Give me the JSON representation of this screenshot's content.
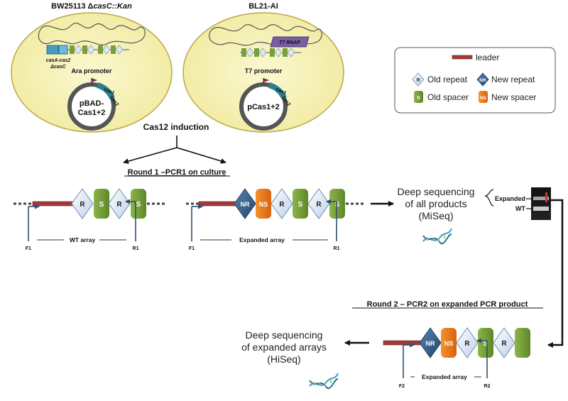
{
  "strains": {
    "left": {
      "name_prefix": "BW25113 Δ",
      "name_italic": "casC::Kan",
      "genes_line1": "casA-cas2",
      "genes_line2": "ΔcasC",
      "promoter": "Ara promoter",
      "plasmid_line1": "pBAD-",
      "plasmid_line2": "Cas1+2",
      "cas1": "cas1",
      "cas2": "cas2"
    },
    "right": {
      "name": "BL21-AI",
      "t7_box": "T7 RNAP",
      "promoter": "T7 promoter",
      "plasmid": "pCas1+2",
      "cas1": "cas1",
      "cas2": "cas2"
    }
  },
  "induction": "Cas12 induction",
  "round1": {
    "underlined": "Round 1",
    "rest": " –PCR1 on culture"
  },
  "round2": {
    "underlined": "Round 2",
    "rest": " – PCR2 on expanded PCR product"
  },
  "legend": {
    "leader": "leader",
    "old_repeat": "Old repeat",
    "new_repeat": "New repeat",
    "old_spacer": "Old spacer",
    "new_spacer": "New spacer",
    "r": "R",
    "nr": "NR",
    "s": "S",
    "ns": "NS"
  },
  "arrays": {
    "wt_label": "WT array",
    "expanded_label": "Expanded array",
    "f1": "F1",
    "r1": "R1",
    "f2": "F2",
    "r2": "R2",
    "r": "R",
    "s": "S",
    "nr": "NR",
    "ns": "NS"
  },
  "miseq": {
    "line1": "Deep sequencing",
    "line2": "of all products",
    "line3": "(MiSeq)"
  },
  "hiseq": {
    "line1": "Deep sequencing",
    "line2": "of expanded arrays",
    "line3": "(HiSeq)"
  },
  "gel": {
    "expanded": "Expanded",
    "wt": "WT"
  },
  "colors": {
    "cell_fill": "#f7f3b6",
    "cell_stroke": "#b7a64a",
    "leader": "#a23a3a",
    "old_repeat": "#dde8f5",
    "new_repeat": "#2f5d8c",
    "old_spacer": "#77a03a",
    "new_spacer": "#e8751a",
    "primer": "#2f4f6f",
    "plasmid_teal": "#2b7f93",
    "t7_purple": "#7a5fa6"
  }
}
